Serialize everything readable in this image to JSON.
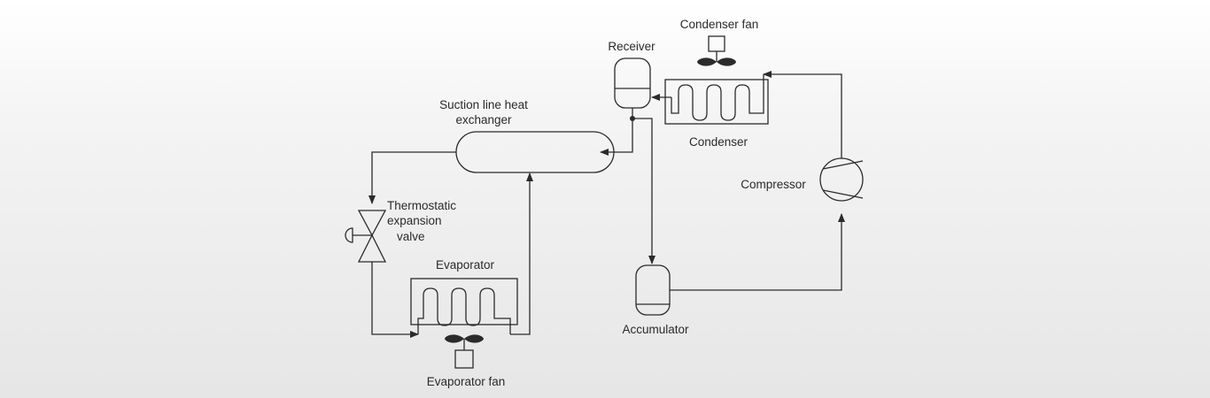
{
  "labels": {
    "condenser_fan": "Condenser fan",
    "receiver": "Receiver",
    "condenser": "Condenser",
    "compressor": "Compressor",
    "suction_hx_line1": "Suction line heat",
    "suction_hx_line2": "exchanger",
    "txv_line1": "Thermostatic",
    "txv_line2": "expansion",
    "txv_line3": "valve",
    "evaporator": "Evaporator",
    "evaporator_fan": "Evaporator fan",
    "accumulator": "Accumulator"
  },
  "colors": {
    "line": "#2b2b2b",
    "background": "#ececec"
  }
}
